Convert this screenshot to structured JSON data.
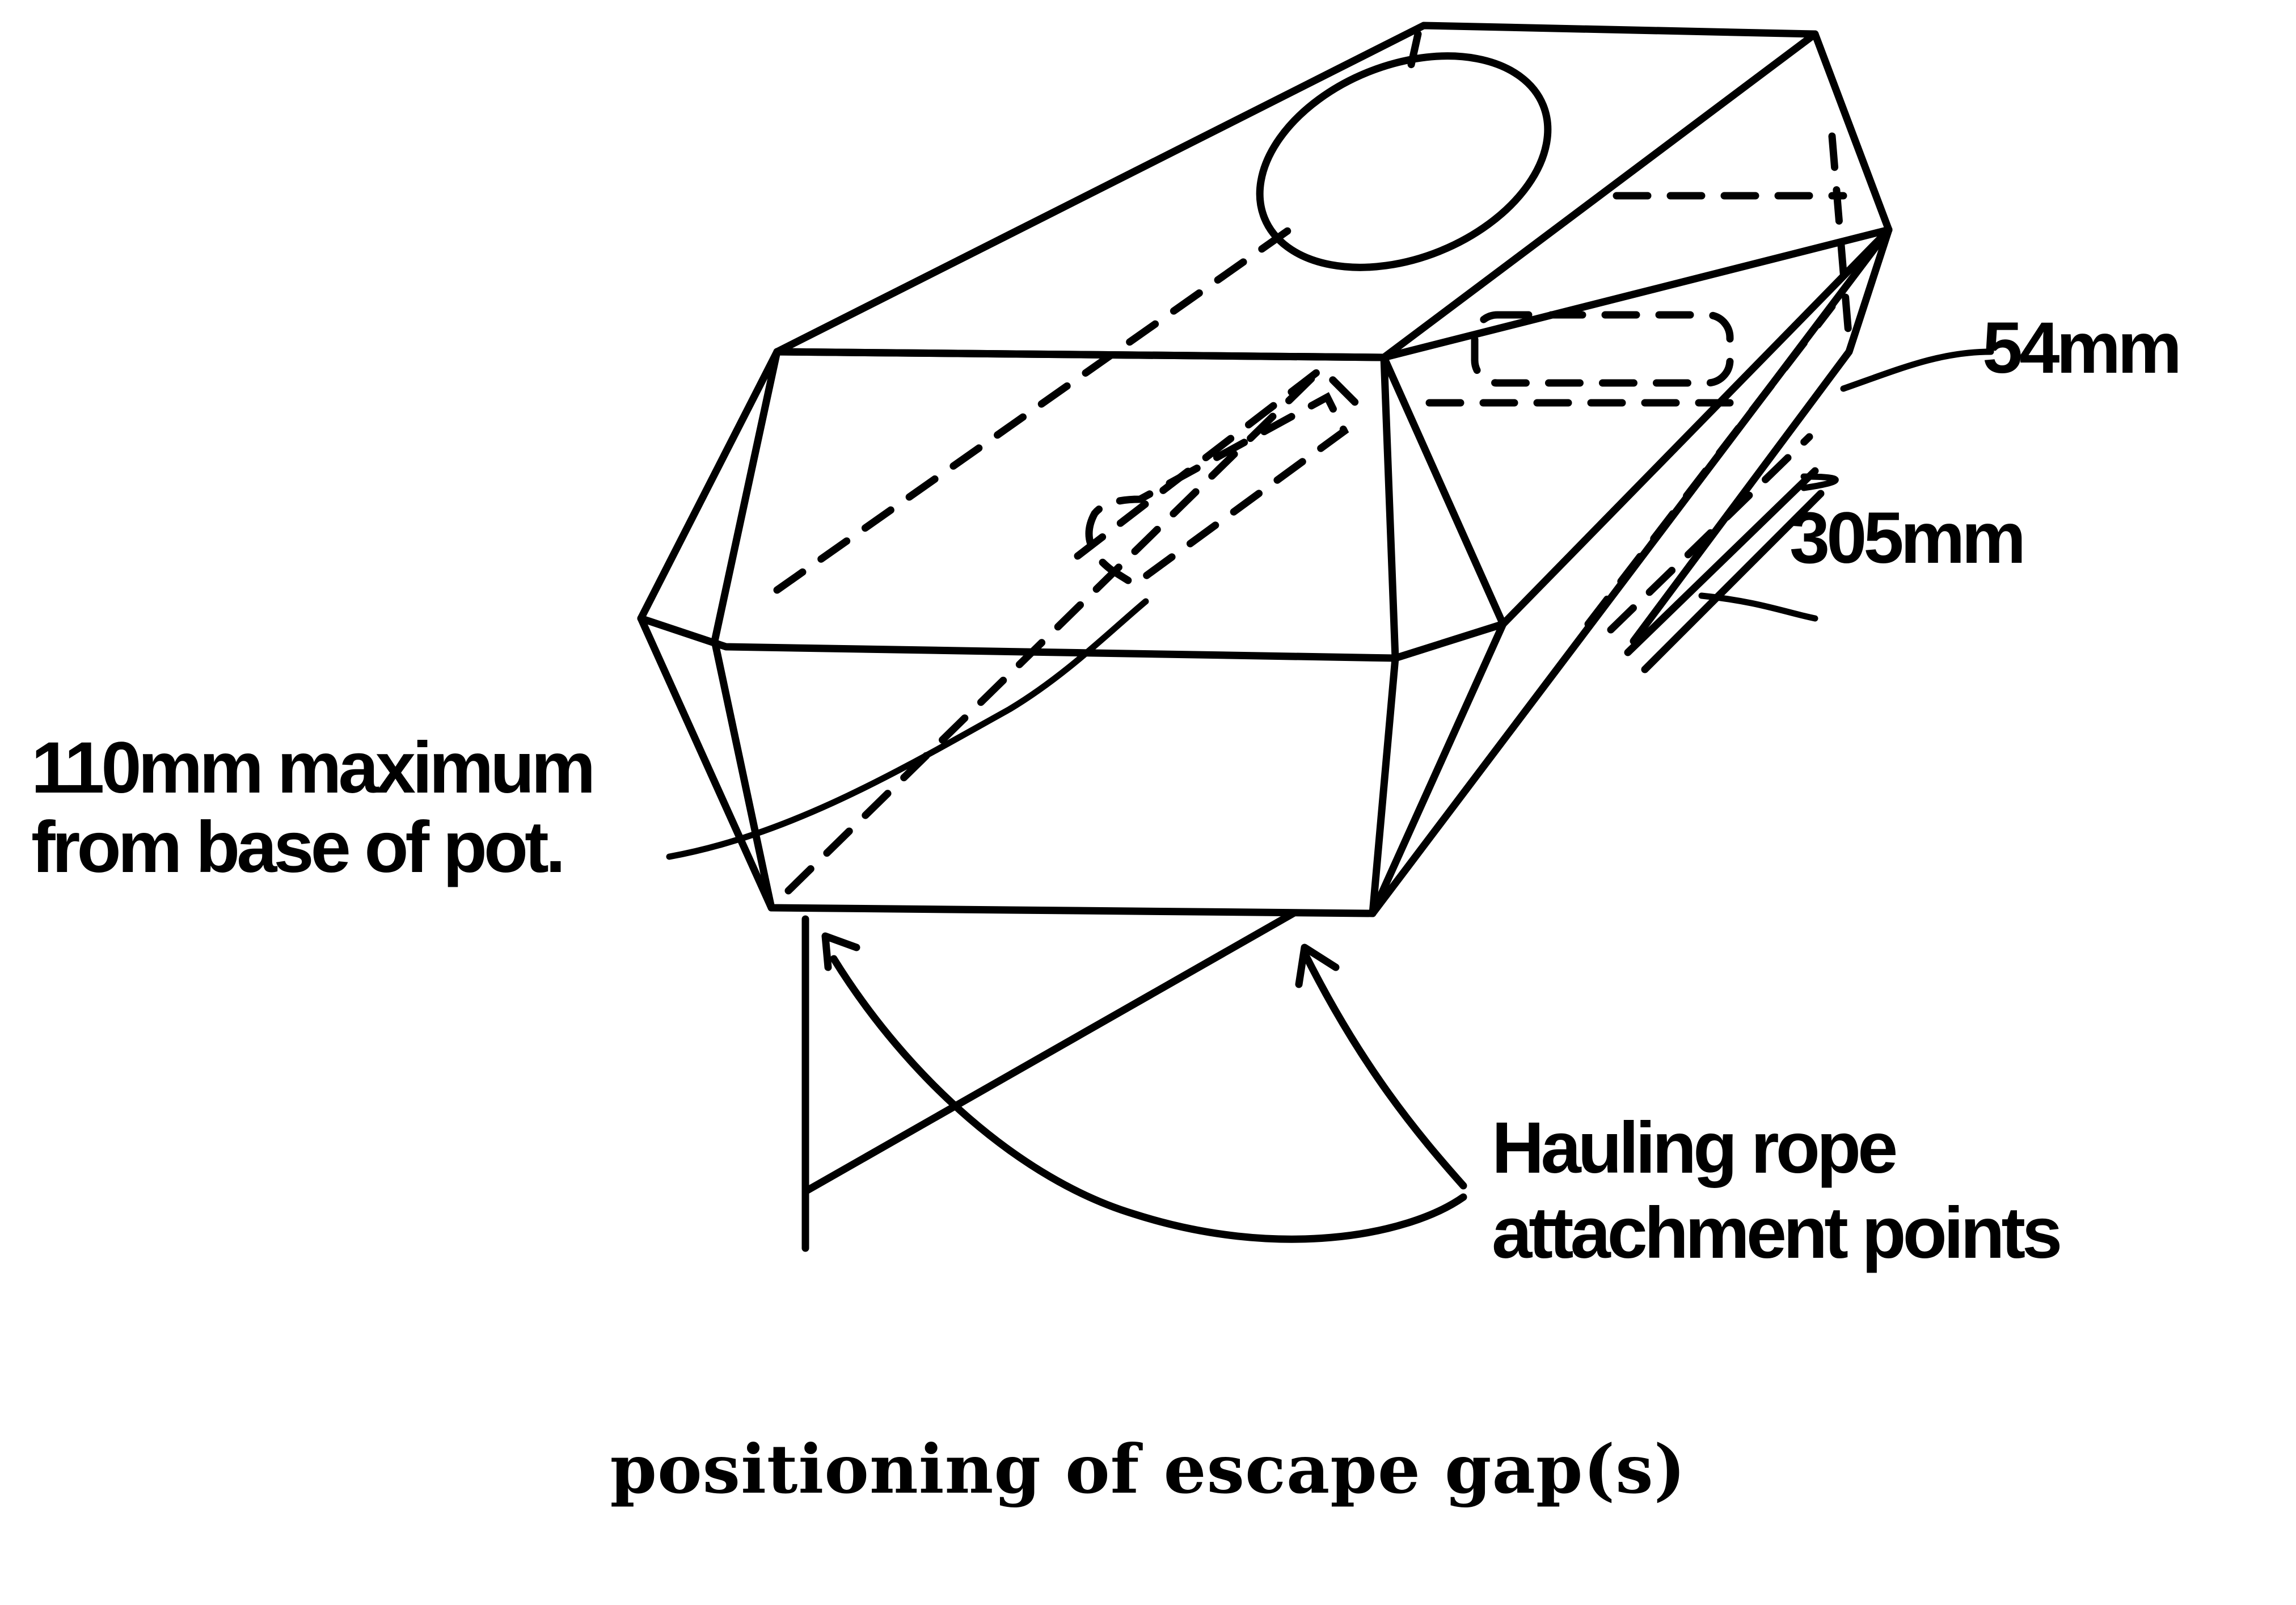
{
  "labels": {
    "gap_width": "54mm",
    "gap_length": "305mm",
    "max_height_line1": "110mm maximum",
    "max_height_line2": "from base of pot.",
    "hauling_line1": "Hauling rope",
    "hauling_line2": "attachment points"
  },
  "caption": "positioning of escape gap(s)"
}
